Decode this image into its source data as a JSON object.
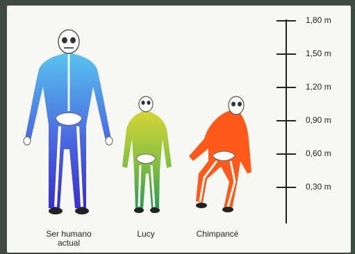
{
  "figures": [
    {
      "name": "Ser humano",
      "name_line2": "actual",
      "height_m": 1.8
    },
    {
      "name": "Lucy",
      "height_m": 1.1
    },
    {
      "name": "Chimpancé",
      "height_m": 1.2
    }
  ],
  "scale": {
    "ticks": [
      "1,80 m",
      "1,50 m",
      "1,20 m",
      "0,90 m",
      "0,60 m",
      "0,30 m"
    ]
  },
  "colors": {
    "human_top": "#4fb7e8",
    "human_bottom": "#3b3fd0",
    "lucy_top": "#cfd63a",
    "lucy_bottom": "#3fae5a",
    "chimp": "#ff5a1a"
  }
}
